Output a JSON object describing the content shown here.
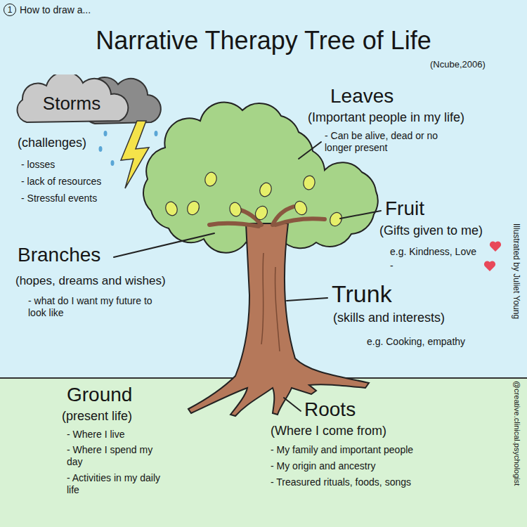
{
  "diagram": {
    "title": "Narrative Therapy Tree of Life",
    "nodes": [
      {
        "text": [
          "1"
        ]
      },
      {
        "text": [
          "Storms"
        ]
      }
    ],
    "labels": [
      "How to draw a...",
      "(Ncube,2006)",
      "Leaves",
      "(Important people in my life)",
      "- Can be alive, dead or no longer present",
      "(challenges)",
      "- losses",
      "- lack of resources",
      "- Stressful events",
      "Fruit",
      "(Gifts given to me)",
      "e.g. Kindness, Love",
      "-",
      "Branches",
      "(hopes, dreams and wishes)",
      "- what do I want my future to look like",
      "Trunk",
      "(skills and interests)",
      "e.g. Cooking, empathy",
      "Ground",
      "(present life)",
      "- Where I live",
      "- Where I spend my day",
      "- Activities in my daily life",
      "Roots",
      "(Where I come from)",
      "- My family and important people",
      "- My origin and ancestry",
      "- Treasured rituals, foods, songs",
      "Illustrated by Juliet Young",
      "@creative.clinical.psychologist"
    ]
  }
}
